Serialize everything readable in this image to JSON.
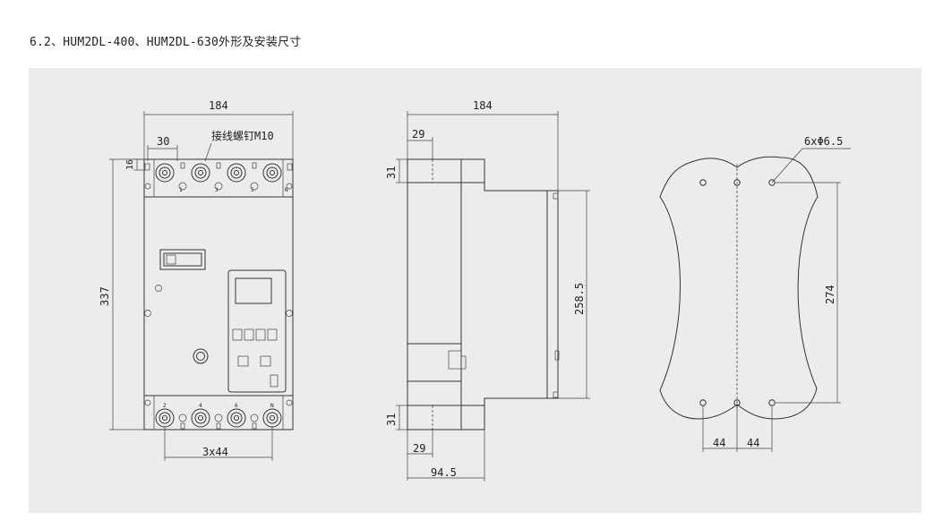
{
  "title": "6.2、HUM2DL-400、HUM2DL-630外形及安装尺寸",
  "colors": {
    "panel_bg": "#ececec",
    "line": "#333333"
  },
  "front_view": {
    "width_label": "184",
    "height_label": "337",
    "pitch_label": "30",
    "top_offset_label": "16",
    "screw_label": "接线螺钉M10",
    "bottom_spacing_label": "3x44",
    "terminal_numbers_top": [
      "1",
      "3",
      "5",
      "N"
    ],
    "terminal_numbers_bottom": [
      "2",
      "4",
      "6",
      "N"
    ]
  },
  "side_view": {
    "width_label": "184",
    "top_depth_label": "29",
    "top_height_label": "31",
    "rail_height_label": "258.5",
    "bottom_height_label": "31",
    "bottom_depth_label": "29",
    "base_width_label": "94.5"
  },
  "mounting_view": {
    "hole_label": "6xΦ6.5",
    "vertical_spacing_label": "274",
    "horizontal_spacing_left": "44",
    "horizontal_spacing_right": "44"
  }
}
